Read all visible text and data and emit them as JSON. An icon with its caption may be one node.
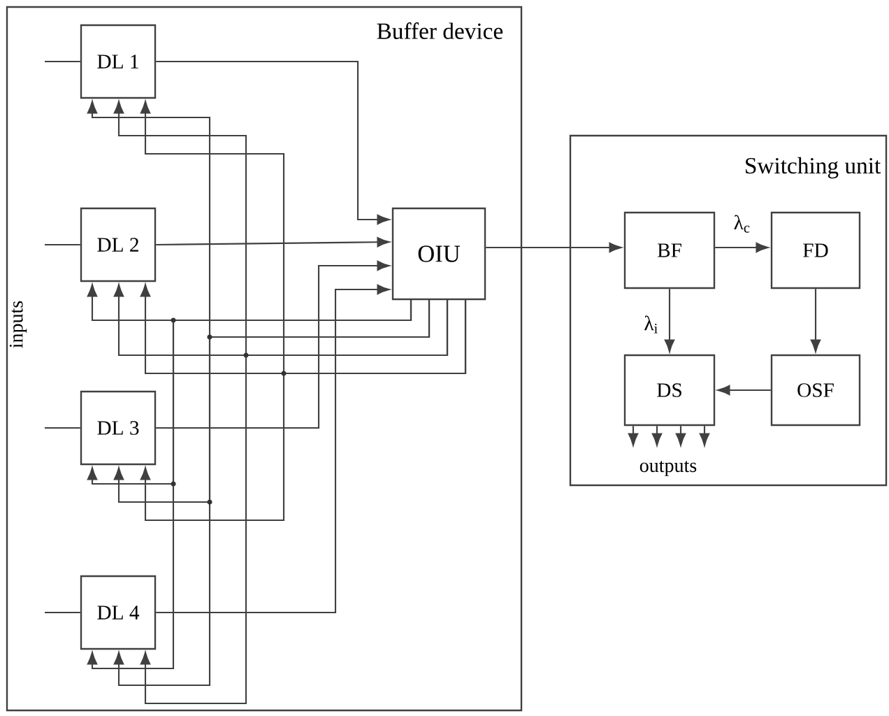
{
  "diagram": {
    "nodes": [
      {
        "text": [
          "Buffer device"
        ]
      },
      {
        "text": [
          "DL 1"
        ],
        "in": 0
      },
      {
        "text": [
          "DL 2"
        ],
        "in": 0
      },
      {
        "text": [
          "DL 3"
        ],
        "in": 0
      },
      {
        "text": [
          "DL 4"
        ],
        "in": 0
      },
      {
        "text": [
          "OIU"
        ],
        "in": 0
      },
      {
        "text": [
          "Switching unit"
        ]
      },
      {
        "text": [
          "BF"
        ],
        "in": 6
      },
      {
        "text": [
          "FD"
        ],
        "in": 6
      },
      {
        "text": [
          "DS"
        ],
        "in": 6
      },
      {
        "text": [
          "OSF"
        ],
        "in": 6
      },
      {
        "text": [
          "outputs"
        ],
        "in": 6
      }
    ],
    "edges": [
      {
        "from": null,
        "to": 1,
        "arrow": "none"
      },
      {
        "from": null,
        "to": 2,
        "arrow": "none"
      },
      {
        "from": null,
        "to": 3,
        "arrow": "none"
      },
      {
        "from": null,
        "to": 4,
        "arrow": "none"
      },
      {
        "from": 1,
        "to": 5,
        "arrow": "to"
      },
      {
        "from": 2,
        "to": 5,
        "arrow": "to"
      },
      {
        "from": 3,
        "to": 5,
        "arrow": "to"
      },
      {
        "from": 4,
        "to": 5,
        "arrow": "to"
      },
      {
        "from": 5,
        "to": 2,
        "arrow": "to"
      },
      {
        "from": 5,
        "to": 3,
        "arrow": "to"
      },
      {
        "from": 5,
        "to": 4,
        "arrow": "to"
      },
      {
        "from": 5,
        "to": 1,
        "arrow": "to"
      },
      {
        "from": 5,
        "to": 3,
        "arrow": "to"
      },
      {
        "from": 5,
        "to": 4,
        "arrow": "to"
      },
      {
        "from": 5,
        "to": 2,
        "arrow": "to"
      },
      {
        "from": 5,
        "to": 1,
        "arrow": "to"
      },
      {
        "from": 5,
        "to": 4,
        "arrow": "to"
      },
      {
        "from": 5,
        "to": 2,
        "arrow": "to"
      },
      {
        "from": 5,
        "to": 1,
        "arrow": "to"
      },
      {
        "from": 5,
        "to": 3,
        "arrow": "to"
      },
      {
        "from": 5,
        "to": 7,
        "arrow": "to"
      },
      {
        "from": 7,
        "to": 8,
        "arrow": "to",
        "label": "λ$_{c}$"
      },
      {
        "from": 7,
        "to": 9,
        "arrow": "to",
        "label": "λ$_{i}$"
      },
      {
        "from": 8,
        "to": 10,
        "arrow": "to"
      },
      {
        "from": 10,
        "to": 9,
        "arrow": "to"
      },
      {
        "from": 9,
        "to": 11,
        "arrow": "to"
      },
      {
        "from": 9,
        "to": 11,
        "arrow": "to"
      },
      {
        "from": 9,
        "to": 11,
        "arrow": "to"
      },
      {
        "from": 9,
        "to": 11,
        "arrow": "to"
      }
    ],
    "labels": [
      "inputs"
    ]
  }
}
